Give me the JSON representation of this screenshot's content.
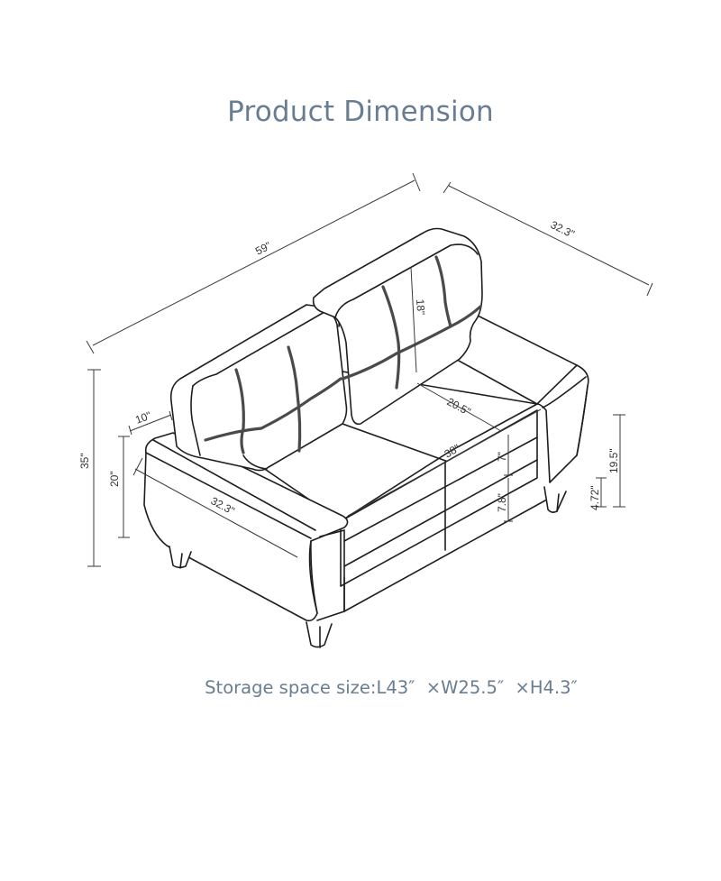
{
  "title": "Product Dimension",
  "caption": "Storage space size:L43″  ×W25.5″  ×H4.3″",
  "colors": {
    "title_text": "#687d92",
    "line_art": "#1e1e1e",
    "dimension_lines": "#3a3a3a",
    "background": "#ffffff"
  },
  "product": "loveseat sofa with storage",
  "dimensions": {
    "overall_width": "59\"",
    "overall_depth": "32.3\"",
    "overall_height": "35\"",
    "arm_height": "20\"",
    "arm_width": "10\"",
    "arm_depth": "32.3\"",
    "back_cushion_height": "18\"",
    "seat_depth": "20.5\"",
    "seat_width": "38\"",
    "seat_cushion_thickness": "7\"",
    "storage_drawer_height": "7.8\"",
    "seat_height": "19.5\"",
    "leg_height": "4.72\""
  },
  "storage": {
    "label": "Storage space size",
    "length": "L43″",
    "width": "W25.5″",
    "height": "H4.3″"
  }
}
